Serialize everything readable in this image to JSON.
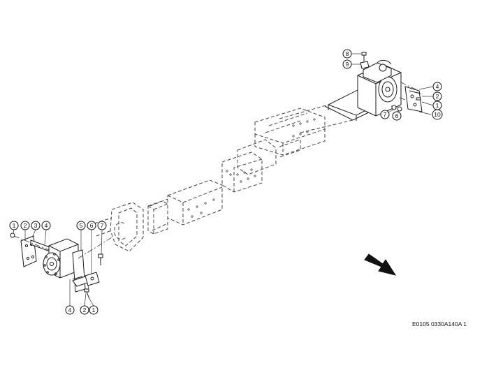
{
  "diagram": {
    "document_code": "E0105 0330A140A 1",
    "callouts_right": [
      {
        "id": "r8",
        "label": "8"
      },
      {
        "id": "r9",
        "label": "9"
      },
      {
        "id": "r4",
        "label": "4"
      },
      {
        "id": "r2",
        "label": "2"
      },
      {
        "id": "r1",
        "label": "1"
      },
      {
        "id": "r7",
        "label": "7"
      },
      {
        "id": "r6",
        "label": "6"
      },
      {
        "id": "r10",
        "label": "10"
      }
    ],
    "callouts_left": [
      {
        "id": "l1",
        "label": "1"
      },
      {
        "id": "l2",
        "label": "2"
      },
      {
        "id": "l3",
        "label": "3"
      },
      {
        "id": "l4",
        "label": "4"
      },
      {
        "id": "l5",
        "label": "5"
      },
      {
        "id": "l6",
        "label": "6"
      },
      {
        "id": "l7",
        "label": "7"
      },
      {
        "id": "l4b",
        "label": "4"
      },
      {
        "id": "l2b",
        "label": "2"
      },
      {
        "id": "l1b",
        "label": "1"
      }
    ],
    "colors": {
      "line": "#1a1a1a",
      "background": "#ffffff"
    }
  }
}
